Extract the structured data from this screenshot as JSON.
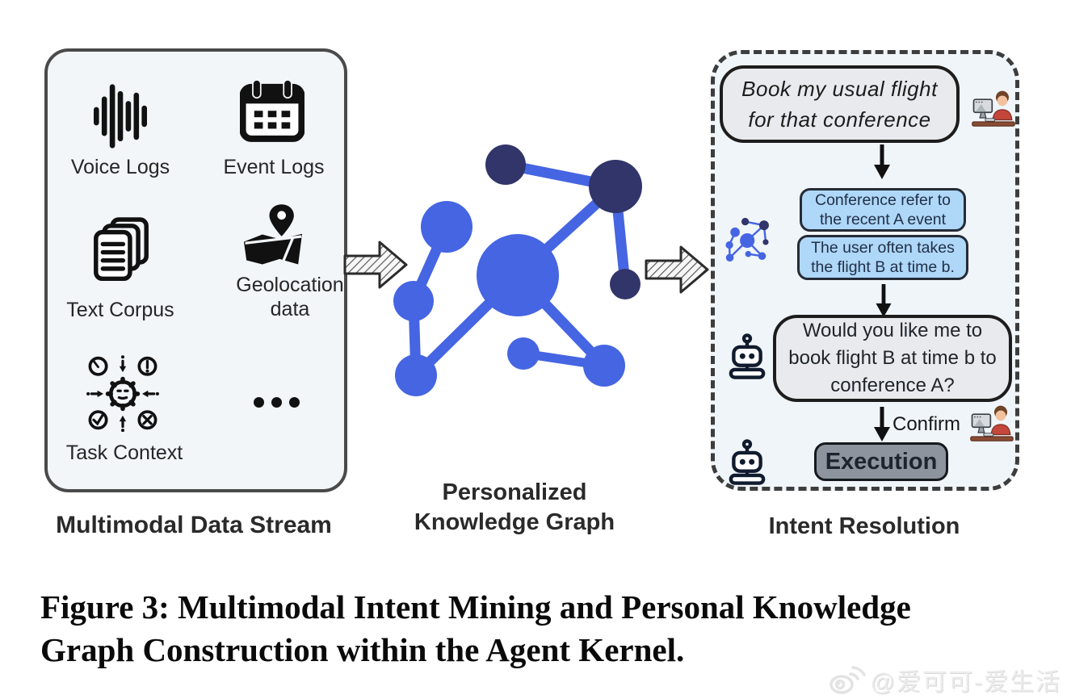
{
  "left_panel": {
    "title": "Multimodal Data Stream",
    "items": [
      {
        "label": "Voice Logs",
        "icon": "voice-waveform-icon"
      },
      {
        "label": "Event Logs",
        "icon": "calendar-icon"
      },
      {
        "label": "Text Corpus",
        "icon": "document-stack-icon"
      },
      {
        "label": "Geolocation data",
        "icon": "map-location-icon"
      },
      {
        "label": "Task Context",
        "icon": "task-gear-icon"
      }
    ],
    "more_icon": "ellipsis-icon"
  },
  "center": {
    "title": "Personalized Knowledge Graph"
  },
  "right_panel": {
    "title": "Intent Resolution",
    "user_request": "Book my usual flight for that conference",
    "kg_inferences": [
      "Conference refer to the recent A event",
      "The user often takes the flight B at time b."
    ],
    "agent_proposal": "Would you like me to book flight B at time b to conference A?",
    "confirm_label": "Confirm",
    "execution_label": "Execution"
  },
  "caption": {
    "line1": "Figure 3: Multimodal Intent Mining and Personal Knowledge",
    "line2": "Graph Construction within the Agent Kernel."
  },
  "watermark": "@爱可可-爱生活",
  "colors": {
    "graph_blue": "#4565e2",
    "graph_navy": "#32356a",
    "inference_fill": "#aed7f8",
    "bubble_fill": "#e8eaed",
    "execution_fill": "#8d949d",
    "panel_fill": "#f2f6f9",
    "dashed_border": "#3d3d3d"
  }
}
